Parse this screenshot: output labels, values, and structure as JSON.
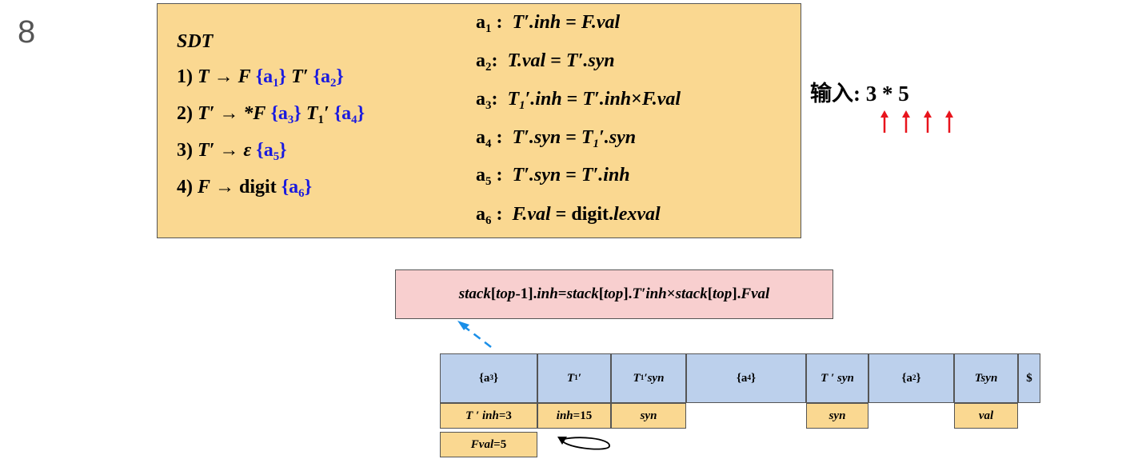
{
  "slide_number": "8",
  "sdt": {
    "title": "SDT",
    "rules": [
      {
        "num": "1)",
        "lhs": "T",
        "arrow": "→",
        "items": [
          {
            "t": "F",
            "kind": "sym"
          },
          {
            "t": "a",
            "sub": "1",
            "kind": "action"
          },
          {
            "t": "T′",
            "kind": "sym"
          },
          {
            "t": "a",
            "sub": "2",
            "kind": "action"
          }
        ]
      },
      {
        "num": "2)",
        "lhs": "T′",
        "arrow": "→",
        "items": [
          {
            "t": "*F",
            "kind": "sym"
          },
          {
            "t": "a",
            "sub": "3",
            "kind": "action"
          },
          {
            "t": "T",
            "sub": "1",
            "prime": "′",
            "kind": "sym"
          },
          {
            "t": "a",
            "sub": "4",
            "kind": "action"
          }
        ]
      },
      {
        "num": "3)",
        "lhs": "T′",
        "arrow": "→",
        "items": [
          {
            "t": "ε",
            "kind": "sym"
          },
          {
            "t": "a",
            "sub": "5",
            "kind": "action"
          }
        ]
      },
      {
        "num": "4)",
        "lhs": "F",
        "arrow": "→",
        "items": [
          {
            "t": "digit",
            "kind": "term"
          },
          {
            "t": "a",
            "sub": "6",
            "kind": "action"
          }
        ]
      }
    ],
    "actions": [
      {
        "label": "a",
        "sub": "1",
        "sep": " :",
        "def_html": "<span class=\"it\">T′.inh</span> = <span class=\"it\">F.val</span>"
      },
      {
        "label": "a",
        "sub": "2",
        "sep": ":",
        "def_html": "<span class=\"it\">T.val</span> = <span class=\"it\">T′.syn</span>"
      },
      {
        "label": "a",
        "sub": "3",
        "sep": ":",
        "def_html": "<span class=\"it\">T<sub>1</sub>′.inh</span> = <span class=\"it\">T′.inh</span>×<span class=\"it\">F.val</span>"
      },
      {
        "label": "a",
        "sub": "4",
        "sep": " :",
        "def_html": "<span class=\"it\">T′.syn</span> = <span class=\"it\">T<sub>1</sub>′.syn</span>"
      },
      {
        "label": "a",
        "sub": "5",
        "sep": " :",
        "def_html": "<span class=\"it\">T′.syn</span> = <span class=\"it\">T′.inh</span>"
      },
      {
        "label": "a",
        "sub": "6",
        "sep": " :",
        "def_html": "<span class=\"it\">F.val</span> = digit.<span class=\"it\">lexval</span>"
      }
    ]
  },
  "input": {
    "label": "输入:",
    "expr": "3 * 5",
    "arrow_count": 4,
    "arrow_color": "#e8141c"
  },
  "formula_html": "<span class=\"it\">stack</span>[<span class=\"it\">top</span>-1].<span class=\"it\">inh</span>=<span class=\"it\">stack</span>[<span class=\"it\">top</span>].<span class=\"it\">T′inh</span>×<span class=\"it\">stack</span>[<span class=\"it\">top</span>].<span class=\"it\">Fval</span>",
  "stack": {
    "top_row": [
      {
        "html": "{a<sub>3</sub>}"
      },
      {
        "html": "<span class=\"it\">T</span><sub>1</sub><span class=\"it\">′</span>"
      },
      {
        "html": "<span class=\"it\">T</span><sub>1</sub><span class=\"it\">′syn</span>"
      },
      {
        "html": "{a<sub>4</sub>}"
      },
      {
        "html": "<span class=\"it\">T ′ syn</span>"
      },
      {
        "html": "{a<sub>2</sub>}"
      },
      {
        "html": "<span class=\"it\">Tsyn</span>"
      },
      {
        "html": "$"
      }
    ],
    "attr_row": [
      {
        "col": 0,
        "html": "<span class=\"it\">T ′ inh</span>=3"
      },
      {
        "col": 1,
        "html": "<span class=\"it\">inh</span>=15"
      },
      {
        "col": 2,
        "html": "<span class=\"it\">syn</span>"
      },
      {
        "col": 4,
        "html": "<span class=\"it\">syn</span>"
      },
      {
        "col": 6,
        "html": "<span class=\"it\">val</span>"
      }
    ],
    "extra_row": [
      {
        "col": 0,
        "html": "<span class=\"it\">Fval</span>=5"
      }
    ]
  },
  "colors": {
    "action_blue": "#1a1adf",
    "box_tan": "#fad891",
    "stack_blue": "#bcd0ec",
    "formula_pink": "#f8cfcf",
    "dashed_arrow": "#1a8fe8"
  }
}
